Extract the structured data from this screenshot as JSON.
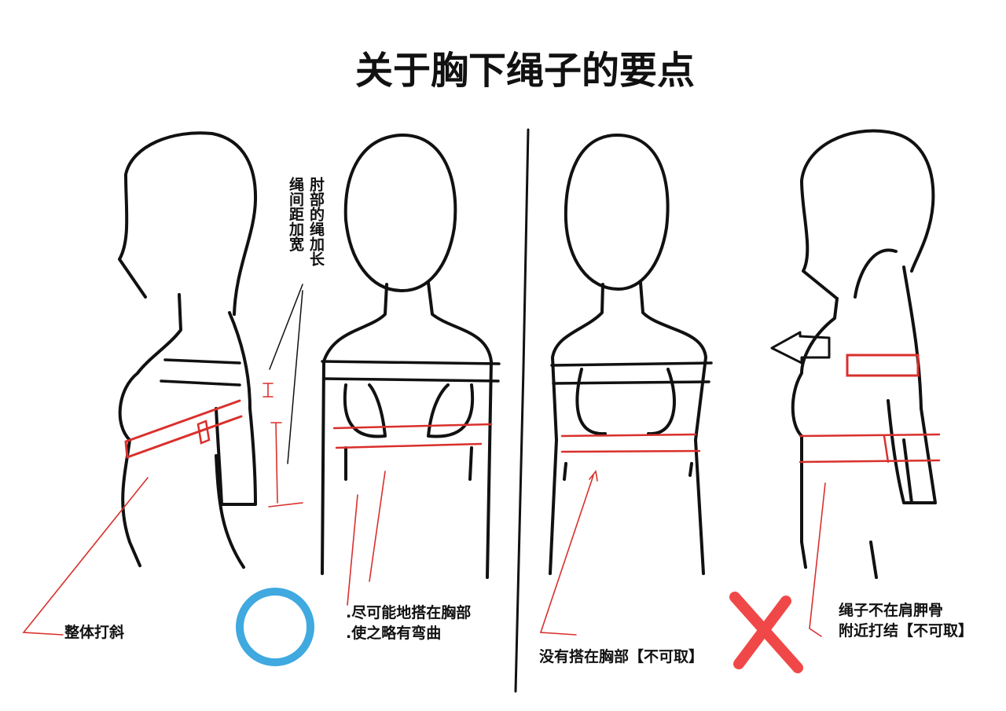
{
  "title": "关于胸下绳子的要点",
  "annotations": {
    "elbow_rope_longer": "肘部的绳加长",
    "rope_spacing_wider": "绳间距加宽",
    "overall_slant": "整体打斜",
    "good_tip_1": ".尽可能地搭在胸部",
    "good_tip_2": ".使之略有弯曲",
    "bad_not_on_chest": "没有搭在胸部【不可取】",
    "bad_knot_line1": "绳子不在肩胛骨",
    "bad_knot_line2": "附近打结【不可取】"
  },
  "marks": {
    "good": "circle-icon",
    "bad": "cross-icon"
  },
  "colors": {
    "rope_red": "#d9302c",
    "good_blue": "#3fa9e0",
    "bad_red": "#f04848",
    "line": "#111111"
  }
}
